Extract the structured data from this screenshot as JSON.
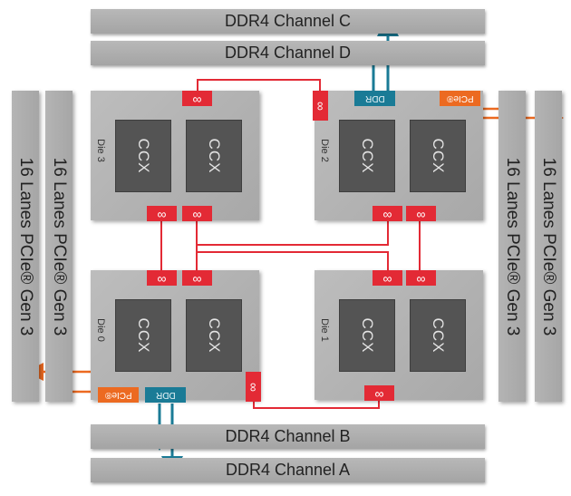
{
  "channels": {
    "c": "DDR4 Channel C",
    "d": "DDR4 Channel D",
    "b": "DDR4 Channel B",
    "a": "DDR4 Channel A"
  },
  "pcie_lane_label": "16 Lanes PCIe® Gen 3",
  "dies": {
    "die0": "Die 0",
    "die1": "Die 1",
    "die2": "Die 2",
    "die3": "Die 3"
  },
  "ccx_label": "CCX",
  "infinity_symbol": "∞",
  "ddr_tag": "DDR",
  "pcie_tag": "PCIe®",
  "colors": {
    "infinity_fabric": "#e32a35",
    "ddr": "#1a7b96",
    "pcie": "#ec6a21"
  }
}
